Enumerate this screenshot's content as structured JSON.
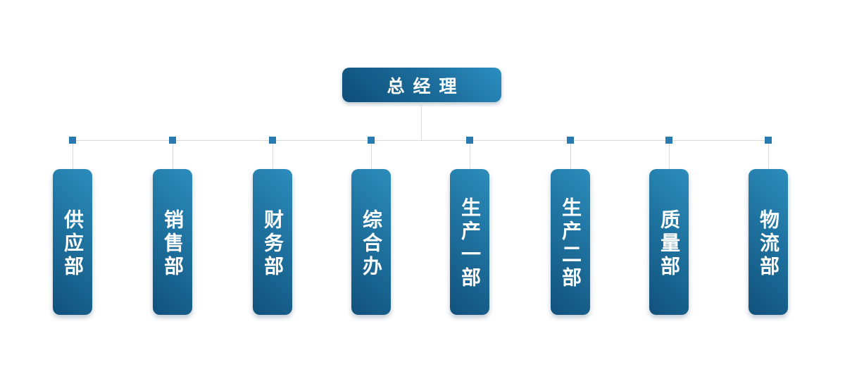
{
  "org_chart": {
    "root": {
      "label": "总经理"
    },
    "departments": [
      {
        "label": "供应部"
      },
      {
        "label": "销售部"
      },
      {
        "label": "财务部"
      },
      {
        "label": "综合办"
      },
      {
        "label": "生产一部"
      },
      {
        "label": "生产二部"
      },
      {
        "label": "质量部"
      },
      {
        "label": "物流部"
      }
    ],
    "colors": {
      "box_gradient_dark": "#11517c",
      "box_gradient_light": "#2c8dbc",
      "root_gradient_dark": "#0d4d77",
      "root_gradient_light": "#2a8fc0",
      "connector_line": "#d9d9d9",
      "connector_node": "#2a7ab2",
      "label_text": "#ffffff"
    }
  }
}
